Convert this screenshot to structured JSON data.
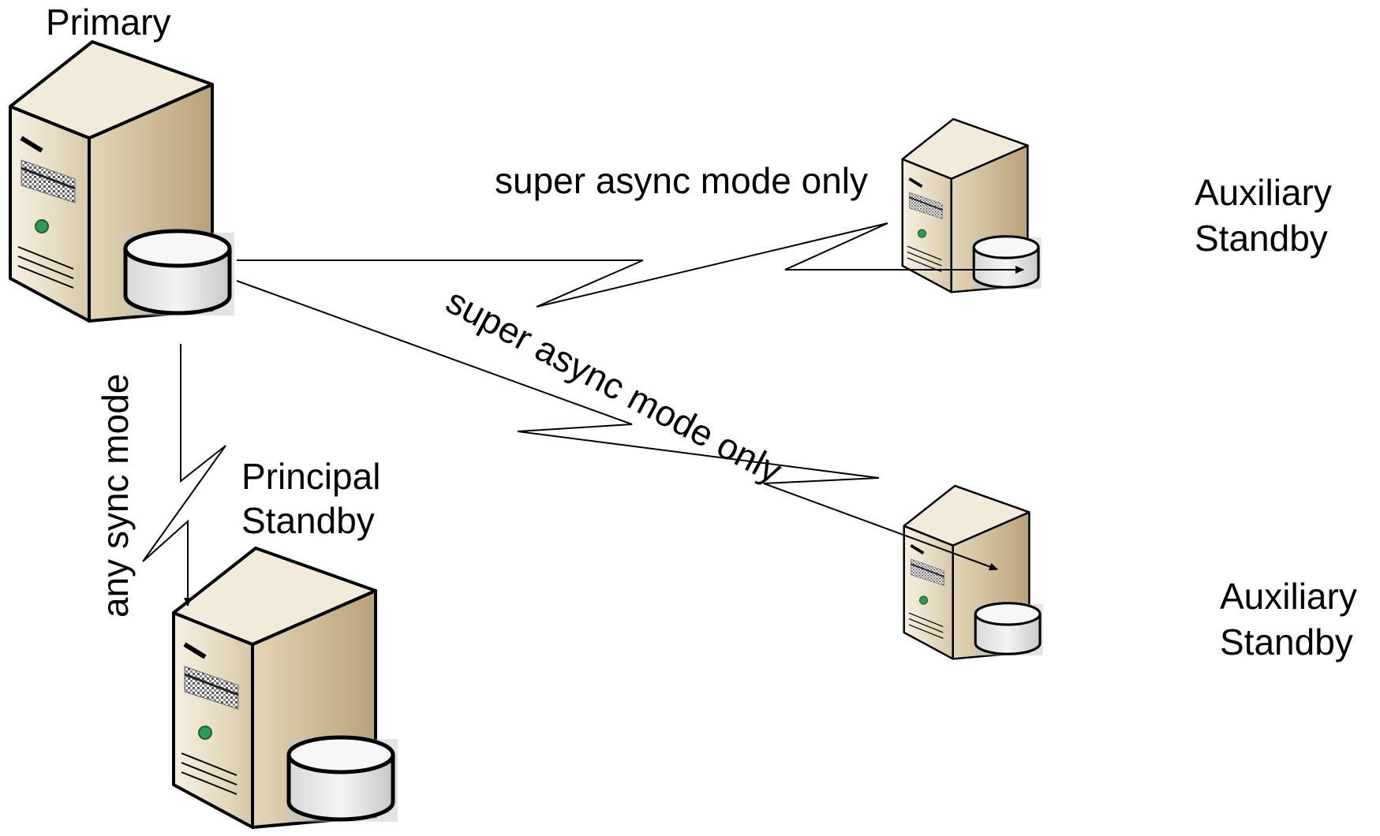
{
  "nodes": {
    "primary": {
      "label": "Primary"
    },
    "principal_standby": {
      "label_line1": "Principal",
      "label_line2": "Standby"
    },
    "auxiliary_standby_1": {
      "label_line1": "Auxiliary",
      "label_line2": "Standby"
    },
    "auxiliary_standby_2": {
      "label_line1": "Auxiliary",
      "label_line2": "Standby"
    }
  },
  "links": {
    "to_principal": {
      "label": "any sync mode"
    },
    "to_auxiliary_1": {
      "label": "super async mode only"
    },
    "to_auxiliary_2": {
      "label": "super async mode only"
    }
  },
  "colors": {
    "server_front": "#e9dfc8",
    "server_side": "#c9b590",
    "server_top": "#f3ecdb",
    "disk": "#e6e6e6",
    "line": "#000000",
    "led": "#2e9a5a"
  },
  "icons": [
    "server-icon",
    "database-disk-icon"
  ]
}
